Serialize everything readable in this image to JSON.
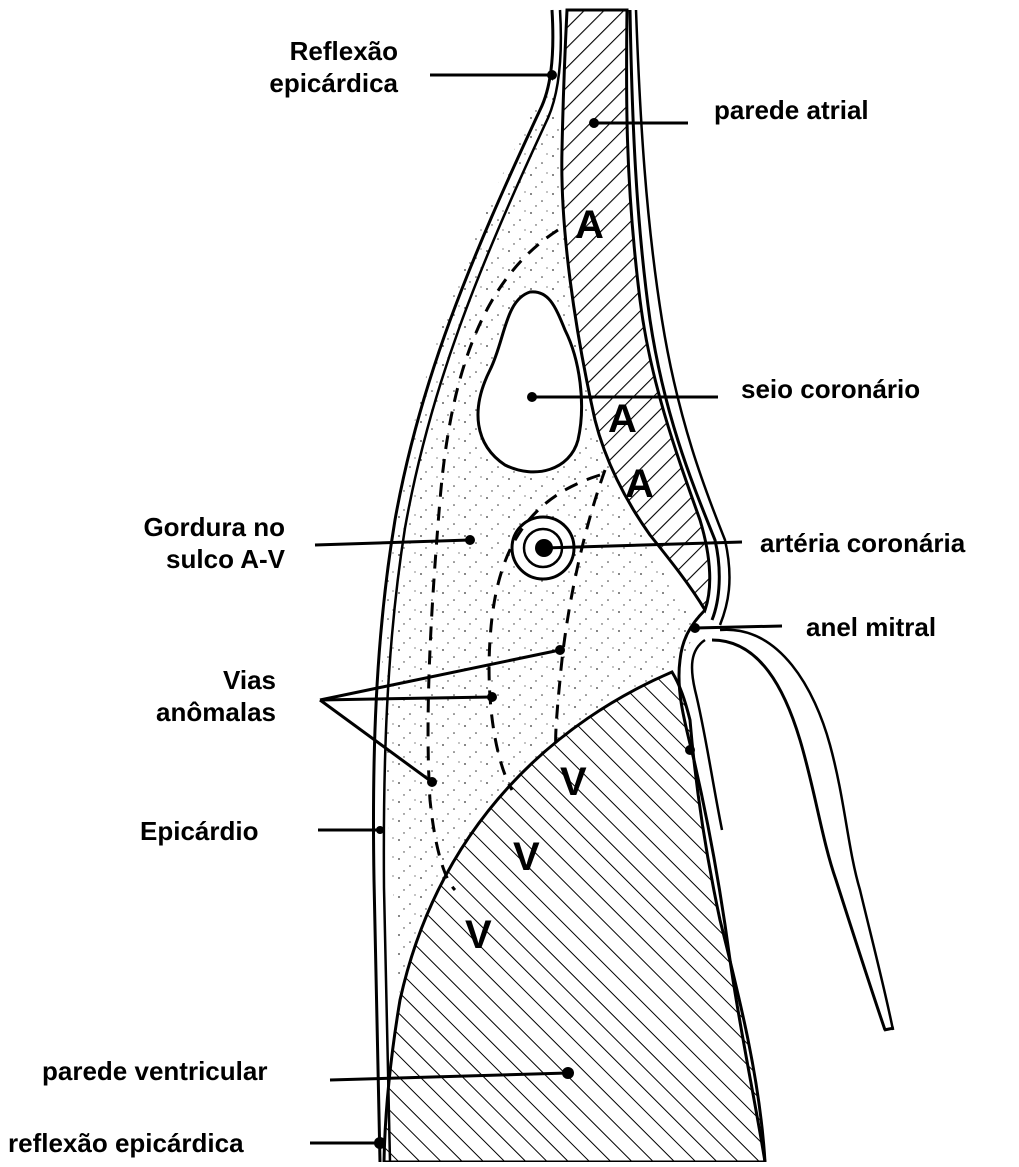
{
  "diagram": {
    "labels": {
      "reflexao_epicardica_top": [
        "Reflexão",
        "epicárdica"
      ],
      "parede_atrial": "parede atrial",
      "seio_coronario": "seio coronário",
      "gordura_sulco": [
        "Gordura no",
        "sulco A-V"
      ],
      "arteria_coronaria": "artéria coronária",
      "anel_mitral": "anel mitral",
      "vias_anomalas": [
        "Vias",
        "anômalas"
      ],
      "epicardio": "Epicárdio",
      "parede_ventricular": "parede ventricular",
      "reflexao_epicardica_bottom": "reflexão epicárdica"
    },
    "markers": {
      "atrial": "A",
      "ventricular": "V"
    }
  }
}
